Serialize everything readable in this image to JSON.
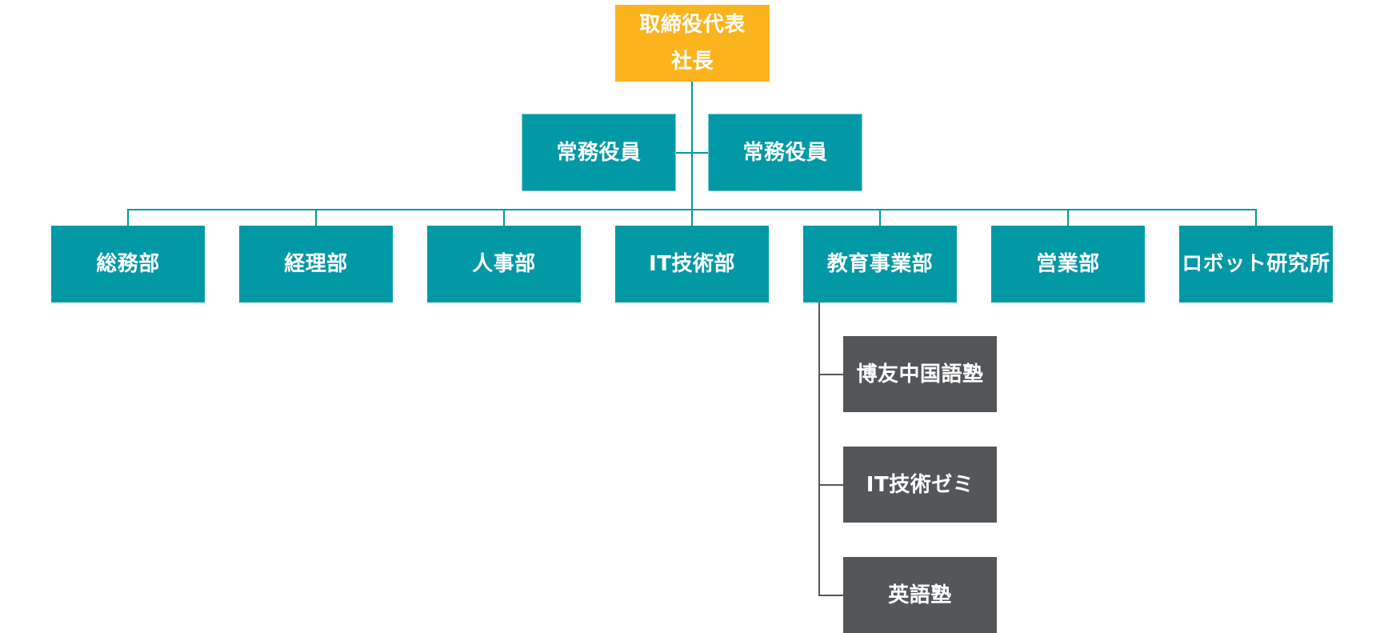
{
  "org_chart": {
    "ceo": {
      "line1": "取締役代表",
      "line2": "社長"
    },
    "executives": [
      {
        "label": "常務役員"
      },
      {
        "label": "常務役員"
      }
    ],
    "departments": [
      {
        "label": "総務部"
      },
      {
        "label": "経理部"
      },
      {
        "label": "人事部"
      },
      {
        "label": "IT技術部"
      },
      {
        "label": "教育事業部"
      },
      {
        "label": "営業部"
      },
      {
        "label": "ロボット研究所"
      }
    ],
    "sub_units": [
      {
        "label": "博友中国語塾"
      },
      {
        "label": "IT技術ゼミ"
      },
      {
        "label": "英語塾"
      }
    ]
  },
  "colors": {
    "ceo": "#FBB41E",
    "department": "#0199A6",
    "sub_unit": "#54575A",
    "connector_main": "#0199A6",
    "connector_sub": "#54575A"
  }
}
